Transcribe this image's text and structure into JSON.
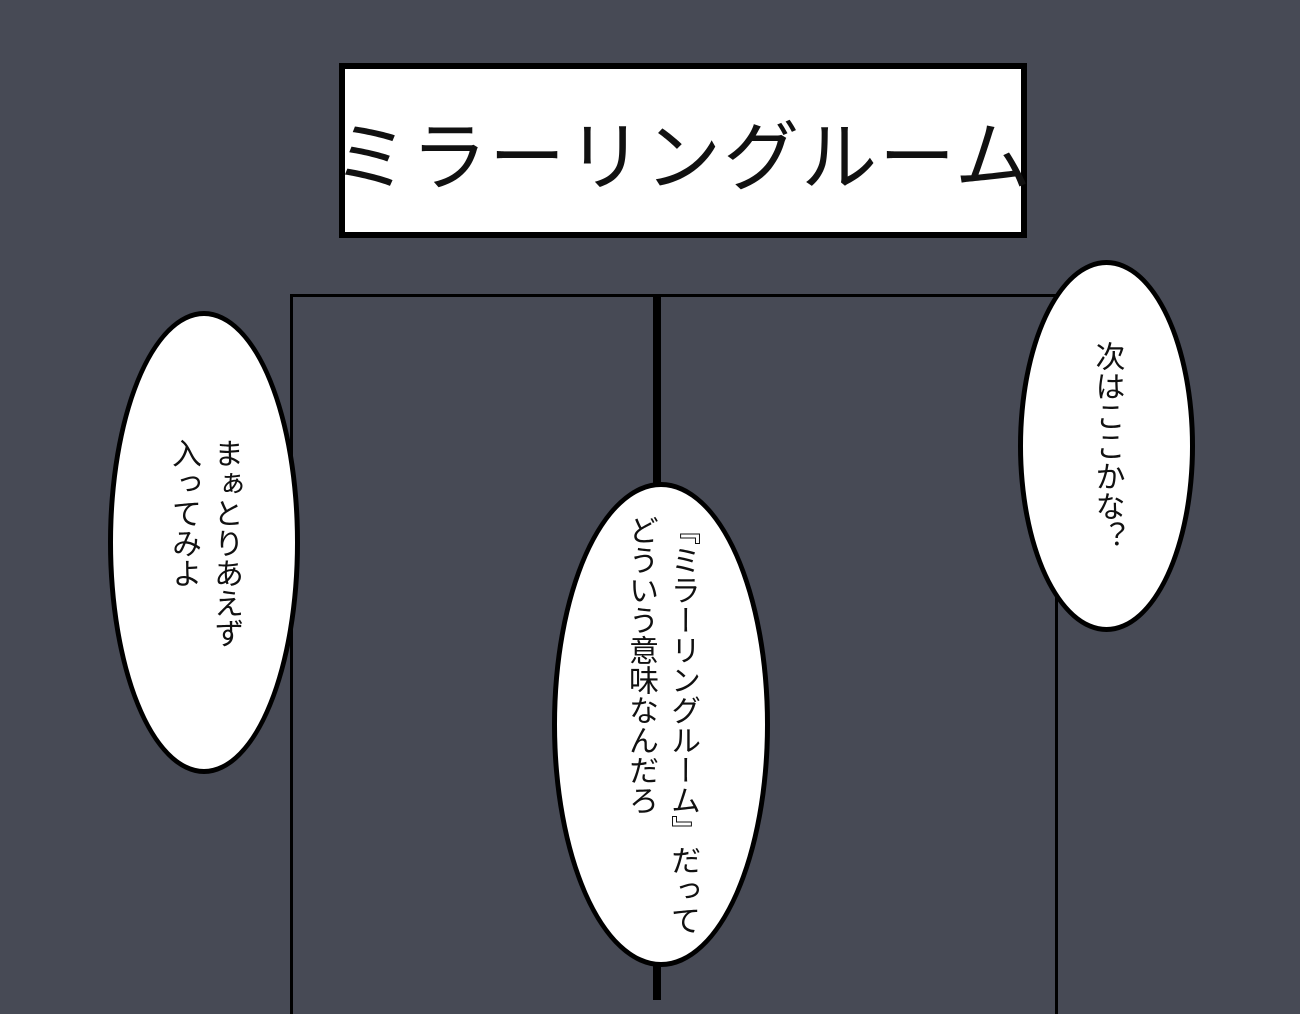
{
  "scene": {
    "background_color": "#474a55",
    "sign": {
      "text": "ミラーリングルーム"
    },
    "bubbles": {
      "left": "まぁとりあえず\n入ってみよ",
      "middle": "『ミラーリングルーム』だって\nどういう意味なんだろ",
      "right": "次はここかな？"
    }
  }
}
